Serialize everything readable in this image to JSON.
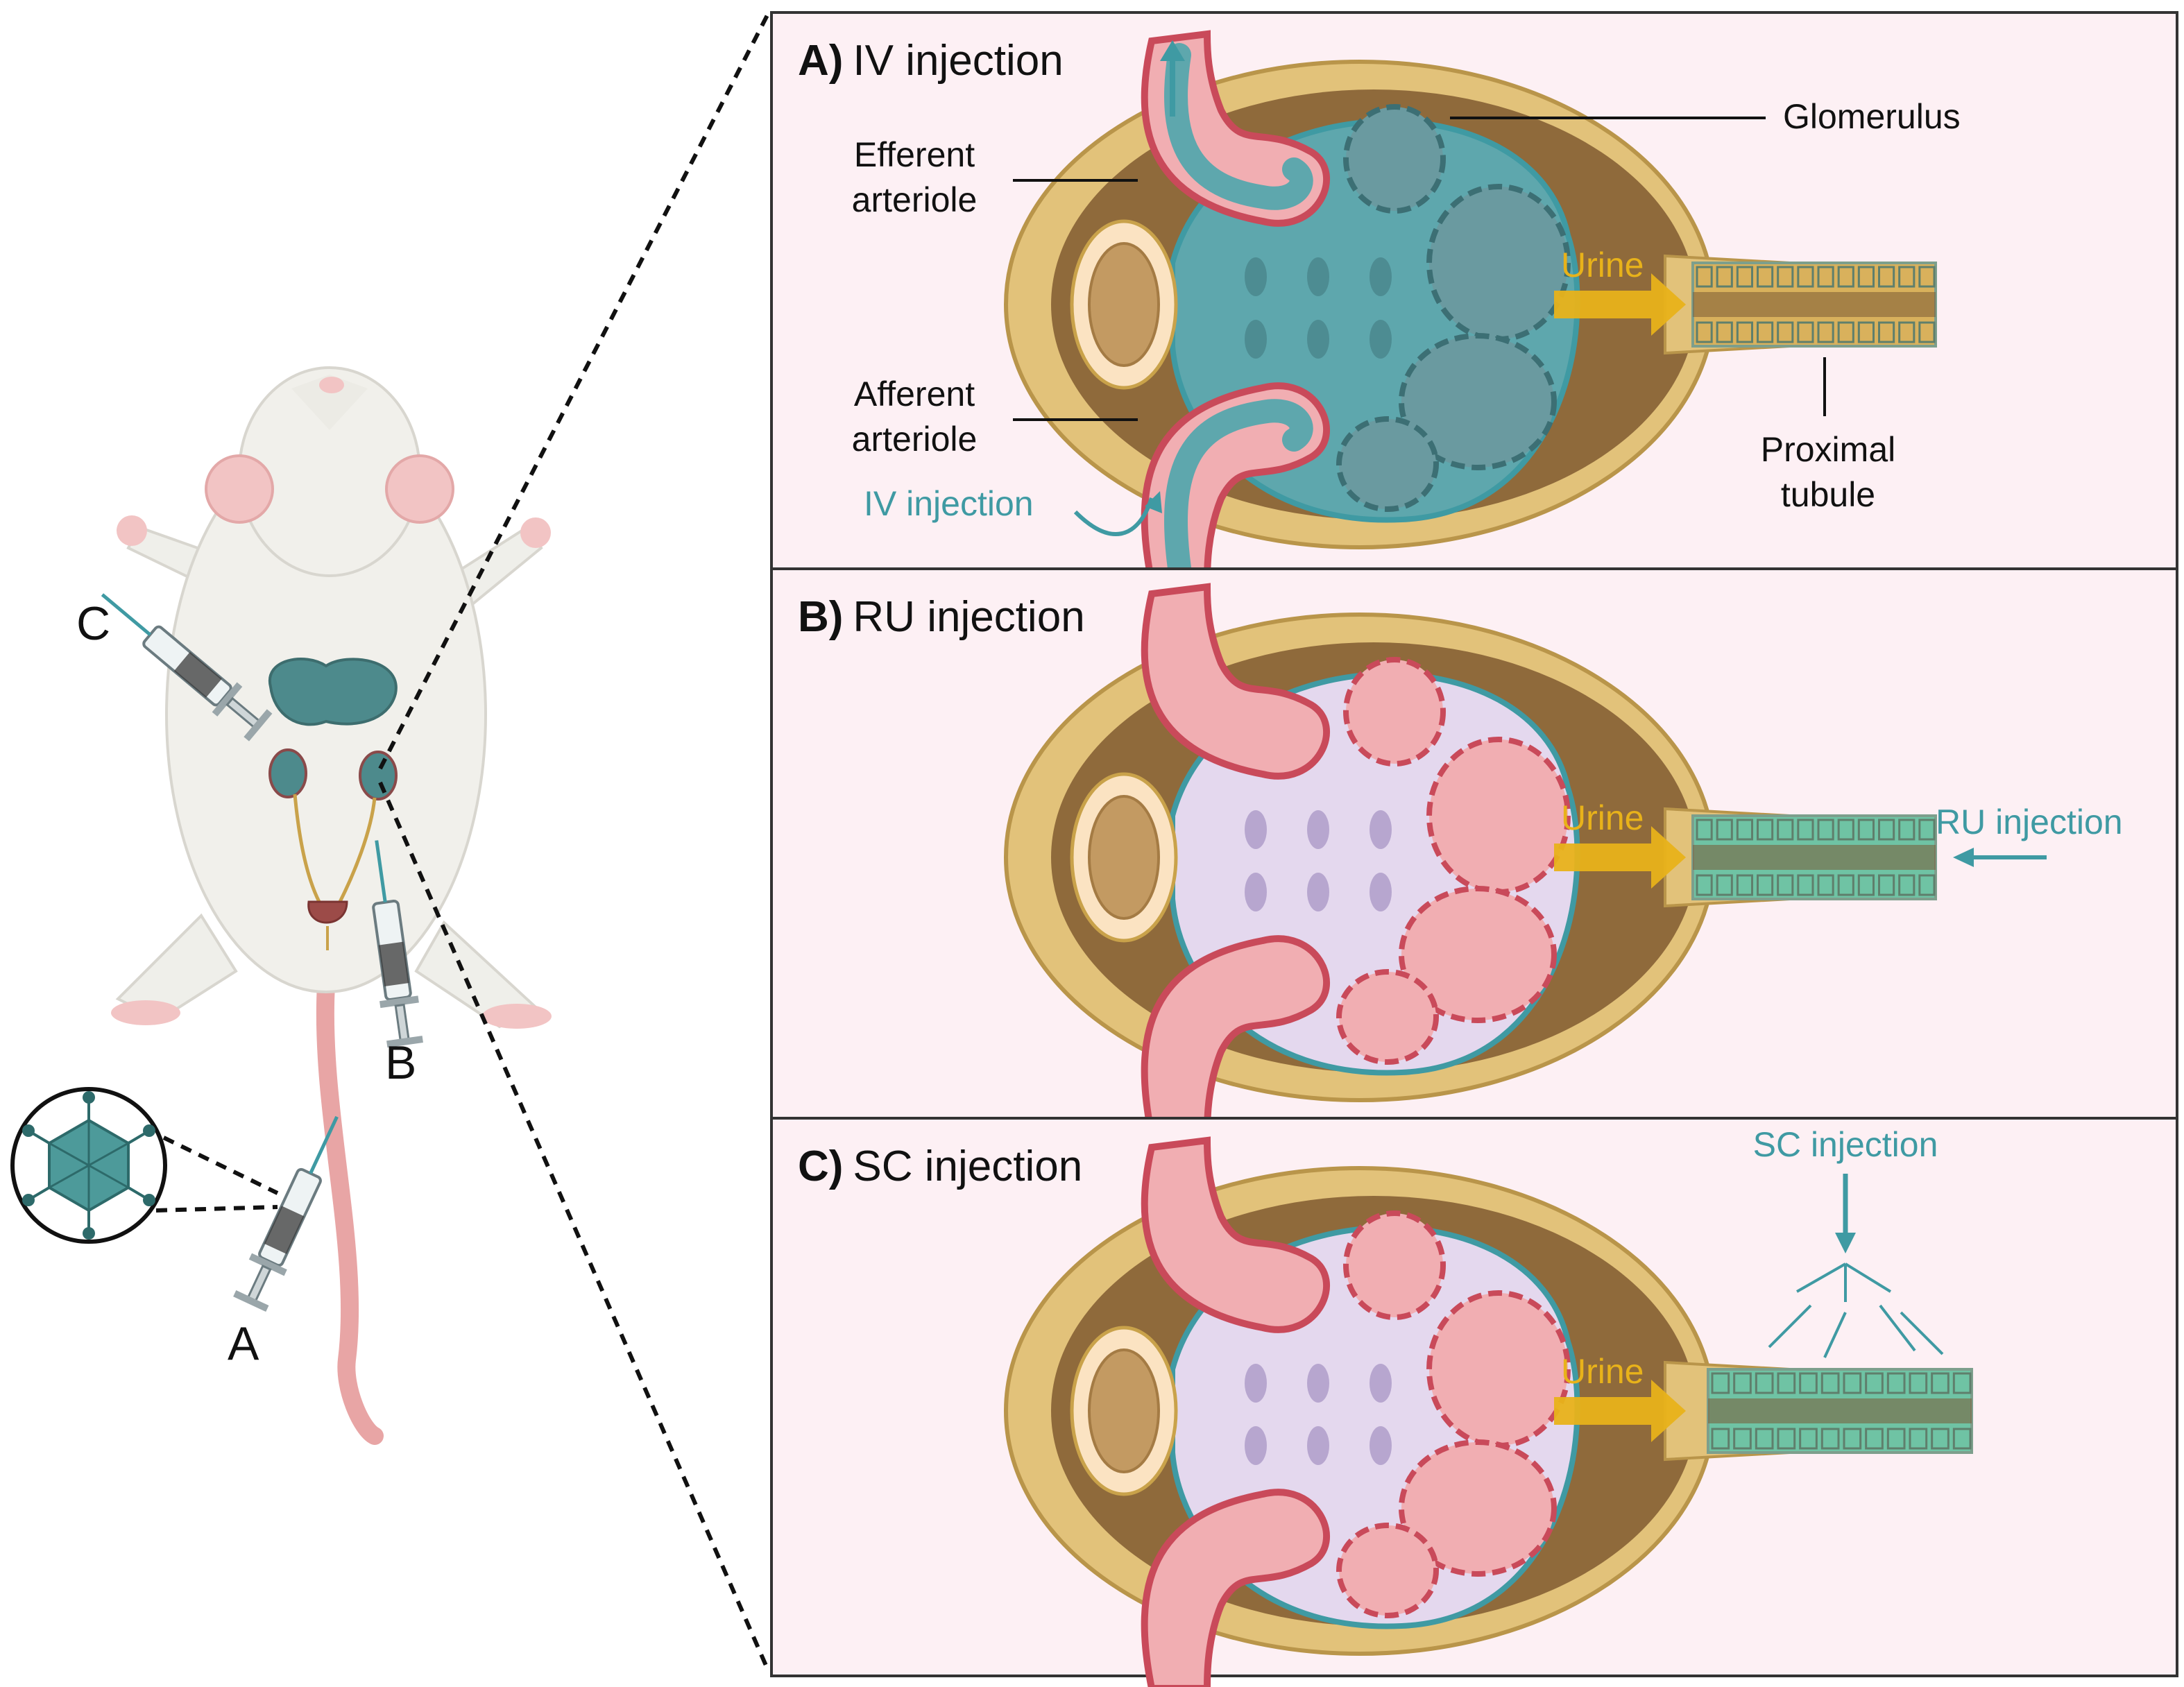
{
  "mouse": {
    "site_labels": [
      "A",
      "B",
      "C"
    ]
  },
  "panels": [
    {
      "letter": "A)",
      "title": "IV injection",
      "urine": "Urine",
      "injection_label": "IV injection",
      "tubule_color": "#d9b15c"
    },
    {
      "letter": "B)",
      "title": "RU injection",
      "urine": "Urine",
      "injection_label": "RU injection",
      "tubule_color": "#6fc3a4"
    },
    {
      "letter": "C)",
      "title": "SC injection",
      "urine": "Urine",
      "injection_label": "SC injection",
      "tubule_color": "#6fc3a4"
    }
  ],
  "labels": {
    "efferent": [
      "Efferent",
      "arteriole"
    ],
    "afferent": [
      "Afferent",
      "arteriole"
    ],
    "glomerulus": "Glomerulus",
    "proximal": [
      "Proximal",
      "tubule"
    ]
  },
  "colors": {
    "panel_bg": "#fdf0f4",
    "teal": "#3f9aa3",
    "urine": "#e8b21a",
    "capsule": "#e2c27a",
    "artery": "#c94a5a"
  }
}
